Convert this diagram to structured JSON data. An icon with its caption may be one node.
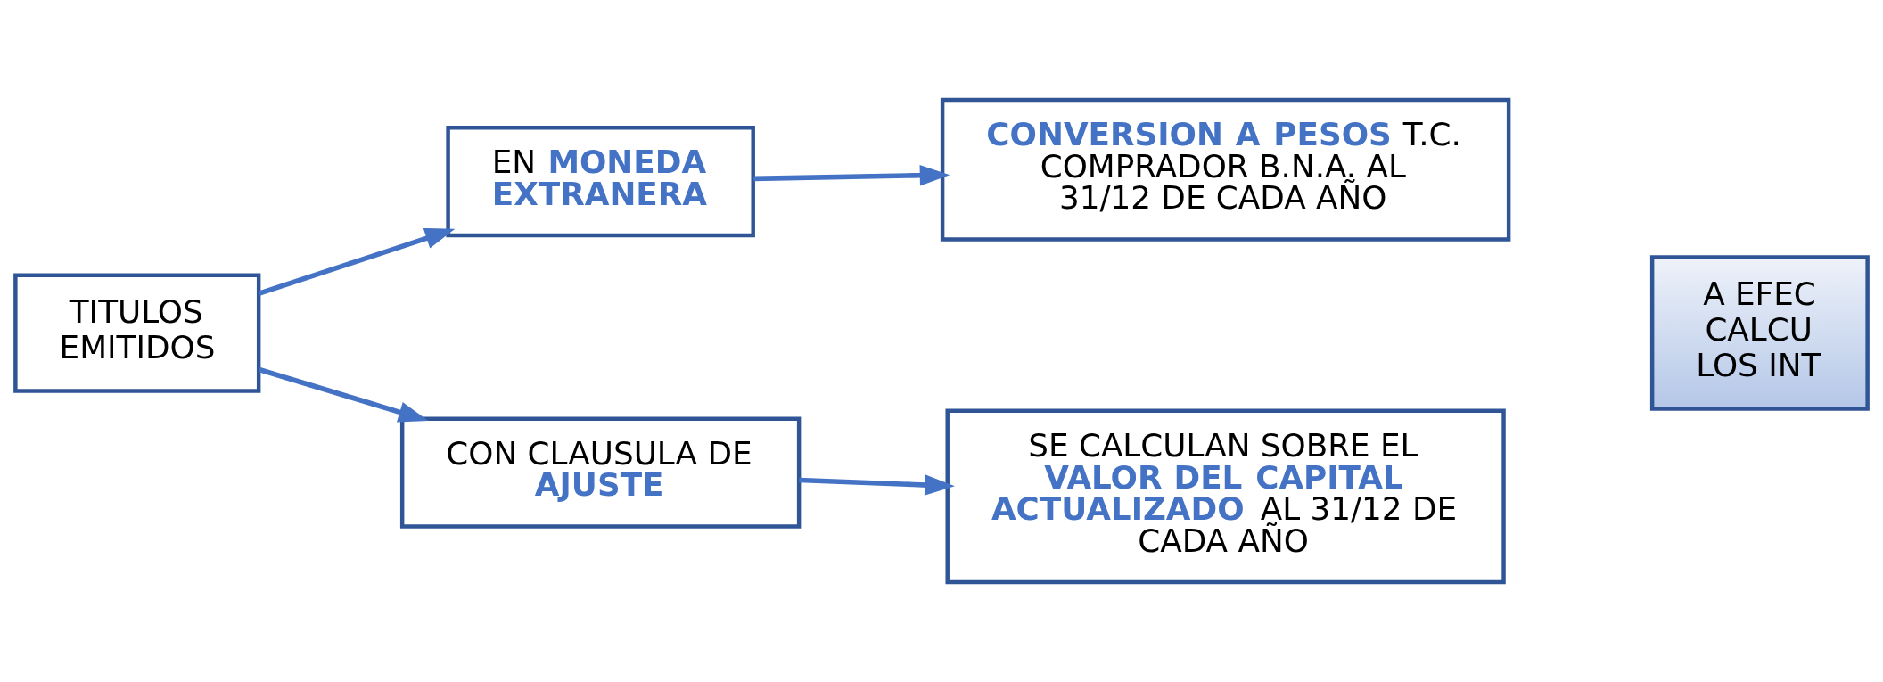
{
  "diagram": {
    "nodes": [
      {
        "text": [
          "TITULOS EMITIDOS"
        ]
      },
      {
        "text": [
          "EN **MONEDA EXTRANERA**"
        ]
      },
      {
        "text": [
          "**CONVERSION A PESOS** T.C. COMPRADOR B.N.A. AL 31/12 DE CADA AÑO"
        ]
      },
      {
        "text": [
          "CON CLAUSULA DE **AJUSTE**"
        ]
      },
      {
        "text": [
          "SE CALCULAN SOBRE EL **VALOR DEL CAPITAL ACTUALIZADO** AL 31/12 DE CADA AÑO"
        ]
      },
      {
        "text": [
          "A EFEC CALCU LOS INT"
        ]
      }
    ],
    "edges": [
      {
        "from": 0,
        "to": 1,
        "arrow": "to"
      },
      {
        "from": 0,
        "to": 3,
        "arrow": "to"
      },
      {
        "from": 1,
        "to": 2,
        "arrow": "to"
      },
      {
        "from": 3,
        "to": 4,
        "arrow": "to"
      }
    ]
  }
}
